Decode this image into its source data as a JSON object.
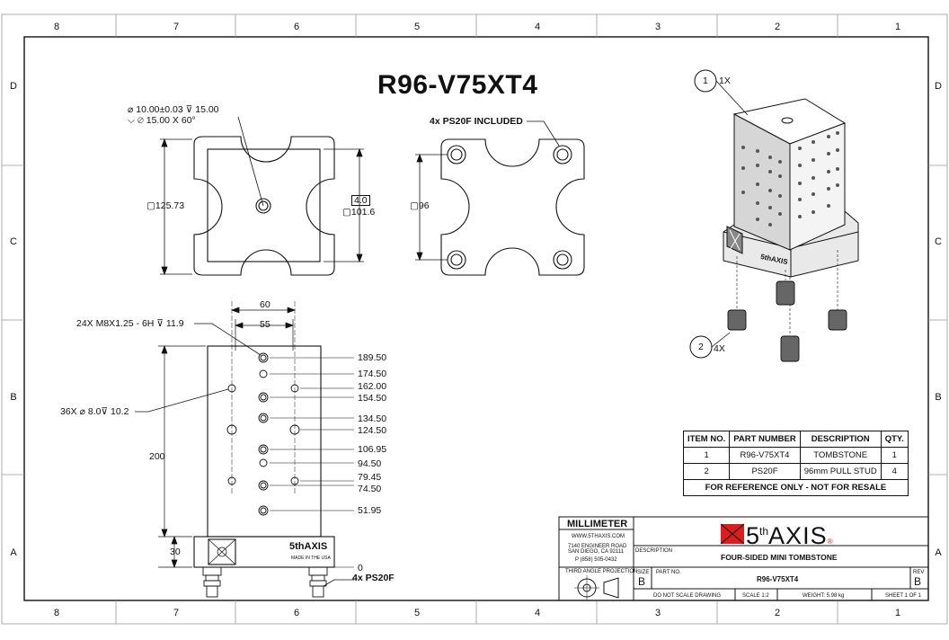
{
  "title": "R96-V75XT4",
  "zones": {
    "columns": [
      "8",
      "7",
      "6",
      "5",
      "4",
      "3",
      "2",
      "1"
    ],
    "rows": [
      "D",
      "C",
      "B",
      "A"
    ]
  },
  "top_left_view": {
    "callout_hole_line1": "⌀ 10.00±0.03 ⊽ 15.00",
    "callout_hole_line2": "⌵ ⌀ 15.00 X 60°",
    "dim_left": "▢125.73",
    "dim_right_box": "4.0",
    "dim_right": "▢101.6"
  },
  "top_right_view": {
    "callout": "4x PS20F INCLUDED",
    "dim_left": "▢96"
  },
  "front_view": {
    "dim_60": "60",
    "dim_55": "55",
    "callout_tapped": "24X M8X1.25 - 6H ⊽ 11.9",
    "callout_holes": "36X ⌀ 8.0⊽ 10.2",
    "dim_200": "200",
    "dim_30": "30",
    "ordinates": [
      "189.50",
      "174.50",
      "162.00",
      "154.50",
      "134.50",
      "124.50",
      "106.95",
      "94.50",
      "79.45",
      "74.50",
      "51.95",
      "0"
    ],
    "pull_stud_label": "4x PS20F",
    "logo_text": "5thAXIS",
    "logo_sub": "MADE IN THE USA"
  },
  "iso_view": {
    "balloon1": "1",
    "balloon1_qty": "1X",
    "balloon2": "2",
    "balloon2_qty": "4X",
    "logo_text": "5thAXIS"
  },
  "bom": {
    "headers": [
      "ITEM NO.",
      "PART NUMBER",
      "DESCRIPTION",
      "QTY."
    ],
    "rows": [
      [
        "1",
        "R96-V75XT4",
        "TOMBSTONE",
        "1"
      ],
      [
        "2",
        "PS20F",
        "96mm PULL STUD",
        "4"
      ]
    ],
    "footer": "FOR REFERENCE ONLY - NOT FOR RESALE"
  },
  "title_block": {
    "units": "MILLIMETER",
    "website": "WWW.5THAXIS.COM",
    "address1": "7140 ENGINEER ROAD",
    "address2": "SAN DIEGO, CA 92111",
    "phone": "P (858) 505-0432",
    "projection": "THIRD ANGLE PROJECTION",
    "logo_fifth": "5",
    "logo_th": "th",
    "logo_axis": "AXIS",
    "logo_reg": "®",
    "description_label": "DESCRIPTION",
    "description": "FOUR-SIDED MINI TOMBSTONE",
    "size_label": "SIZE",
    "size": "B",
    "part_no_label": "PART NO.",
    "part_no": "R96-V75XT4",
    "rev_label": "REV",
    "rev": "B",
    "do_not_scale": "DO NOT SCALE DRAWING",
    "scale": "SCALE 1:2",
    "weight": "WEIGHT:  5.98 kg",
    "sheet": "SHEET 1 OF 1"
  },
  "colors": {
    "line": "#111111",
    "accent_red": "#d81e1e",
    "paper": "#ffffff"
  }
}
